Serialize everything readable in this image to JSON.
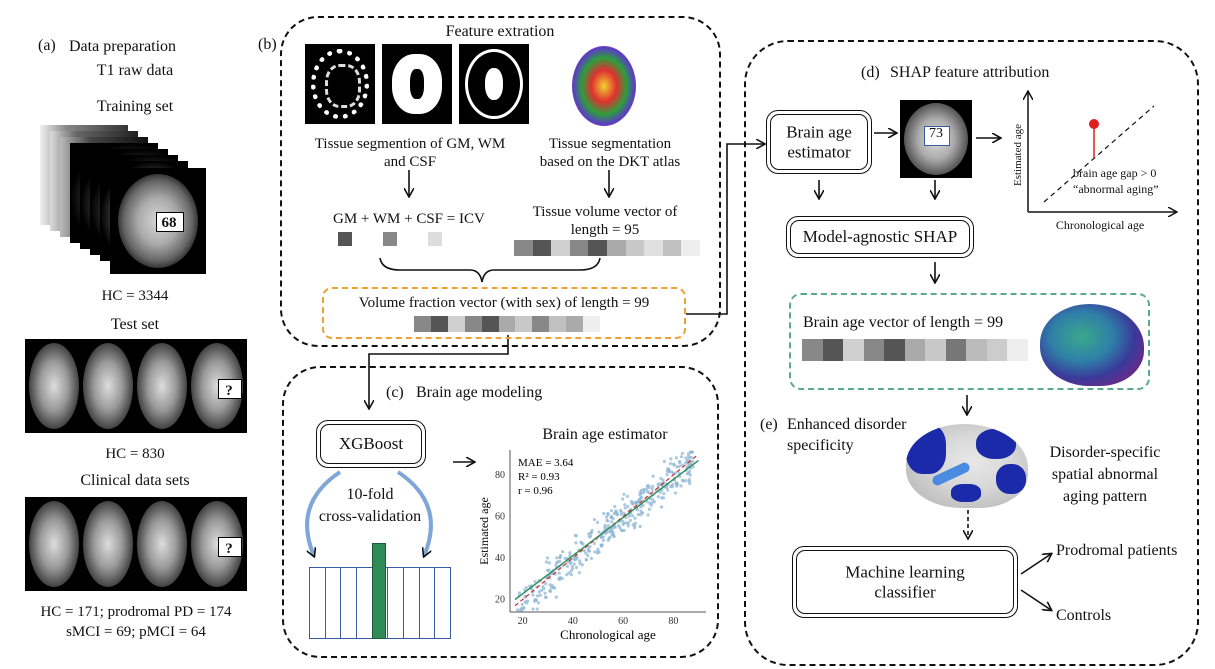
{
  "panel_a": {
    "label": "(a)",
    "title": "Data preparation",
    "subtitle": "T1 raw data",
    "training_title": "Training set",
    "training_age": "68",
    "training_count": "HC = 3344",
    "test_title": "Test set",
    "test_mark": "?",
    "test_count": "HC = 830",
    "clinical_title": "Clinical data sets",
    "clinical_mark": "?",
    "clinical_line1": "HC = 171; prodromal PD = 174",
    "clinical_line2": "sMCI = 69; pMCI = 64"
  },
  "panel_b": {
    "label": "(b)",
    "title": "Feature extration",
    "seg_caption_1": "Tissue segmention of GM, WM",
    "seg_caption_2": "and CSF",
    "dkt_caption_1": "Tissue segmentation",
    "dkt_caption_2": "based on the DKT atlas",
    "equation": "GM + WM + CSF =  ICV",
    "tissue_vector_1": "Tissue volume vector of",
    "tissue_vector_2": "length = 95",
    "fraction_vector": "Volume fraction vector (with sex) of length = 99"
  },
  "panel_c": {
    "label": "(c)",
    "title": "Brain age modeling",
    "model": "XGBoost",
    "cv_1": "10-fold",
    "cv_2": "cross-validation",
    "estimator_title": "Brain age estimator"
  },
  "panel_d": {
    "label": "(d)",
    "title": "SHAP feature attribution",
    "estimator_1": "Brain age",
    "estimator_2": "estimator",
    "predicted_age": "73",
    "shap_box": "Model-agnostic SHAP",
    "brain_age_vector": "Brain age vector of length = 99",
    "ylabel": "Estimated age",
    "xlabel": "Chronological age",
    "gap_1": "brain age gap > 0",
    "gap_2": "“abnormal aging”"
  },
  "panel_e": {
    "label": "(e)",
    "title_1": "Enhanced disorder",
    "title_2": "specificity",
    "pattern_1": "Disorder-specific",
    "pattern_2": "spatial abnormal",
    "pattern_3": "aging pattern",
    "classifier_1": "Machine learning",
    "classifier_2": "classifier",
    "out_1": "Prodromal patients",
    "out_2": "Controls"
  },
  "chart_data": {
    "type": "scatter",
    "title": "Brain age estimator",
    "xlabel": "Chronological age",
    "ylabel": "Estimated age",
    "xlim": [
      15,
      93
    ],
    "ylim": [
      14,
      92
    ],
    "xticks": [
      "20",
      "40",
      "60",
      "80"
    ],
    "yticks": [
      "20",
      "40",
      "60",
      "80"
    ],
    "annotations": [
      "MAE = 3.64",
      "R² = 0.93",
      "r = 0.96"
    ],
    "point_color": "#8fb7d6",
    "fit_color": "#2e8b57",
    "identity_color": "#d62728",
    "grid": false
  }
}
